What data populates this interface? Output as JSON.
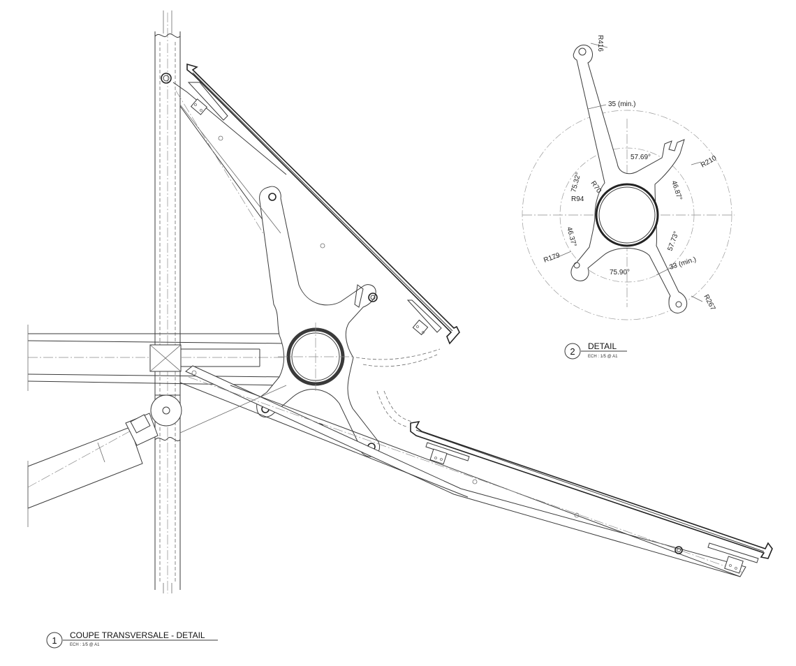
{
  "detail_1": {
    "number": "1",
    "title": "COUPE TRANSVERSALE - DETAIL",
    "scale": "ECH : 1/5 @ A1"
  },
  "detail_2": {
    "number": "2",
    "title": "DETAIL",
    "scale": "ECH : 1/5 @ A1",
    "dimensions": {
      "r416": "R416",
      "min35": "35 (min.)",
      "a5769": "57.69°",
      "r210": "R210",
      "a7532": "75.32°",
      "r70": "R70",
      "a4687": "46.87°",
      "r94": "R94",
      "a4637": "46.37°",
      "a5773": "57.73°",
      "r179": "R179",
      "min33": "33 (min.)",
      "a7590": "75.90°",
      "r267": "R267"
    }
  },
  "colors": {
    "line": "#3a3a3a",
    "background": "#ffffff"
  }
}
